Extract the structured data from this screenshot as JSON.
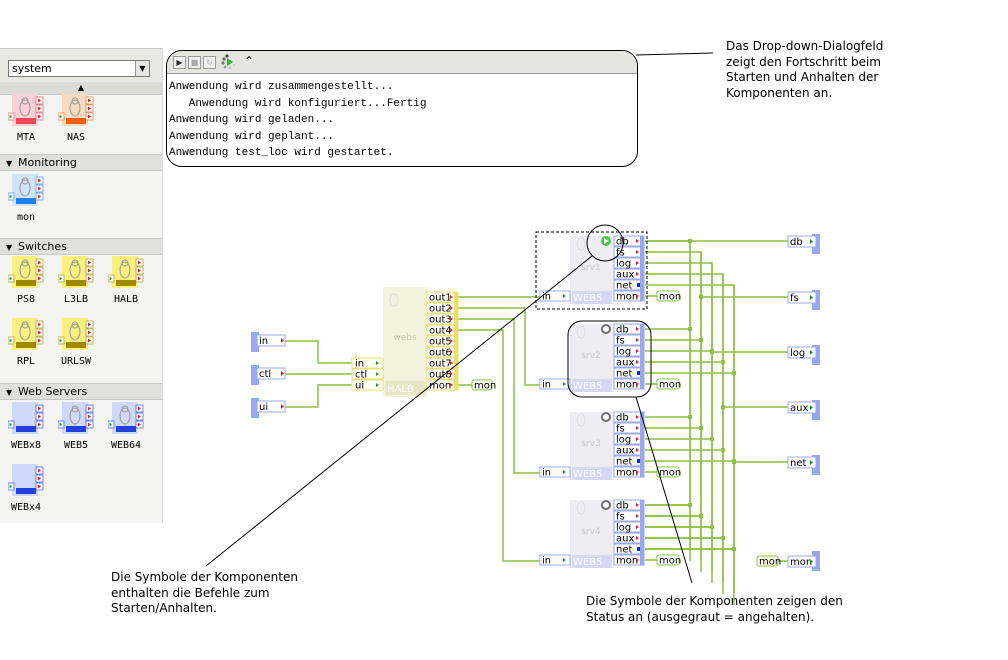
{
  "palette": {
    "dropdown_value": "system",
    "categories": [
      {
        "name": "system_top",
        "label": "",
        "items": [
          {
            "label": "MTA",
            "color": "#f04858",
            "bg": "#f8d0d8"
          },
          {
            "label": "NAS",
            "color": "#f06010",
            "bg": "#f8dcc0"
          }
        ]
      },
      {
        "name": "monitoring",
        "label": "Monitoring",
        "items": [
          {
            "label": "mon",
            "color": "#2080f0",
            "bg": "#d0e4f8"
          }
        ]
      },
      {
        "name": "switches",
        "label": "Switches",
        "items": [
          {
            "label": "PS8",
            "color": "#a08800",
            "bg": "#f8f080"
          },
          {
            "label": "L3LB",
            "color": "#a08800",
            "bg": "#f8f080"
          },
          {
            "label": "HALB",
            "color": "#a08800",
            "bg": "#f8f080"
          },
          {
            "label": "RPL",
            "color": "#a08800",
            "bg": "#f8f080"
          },
          {
            "label": "URLSW",
            "color": "#a08800",
            "bg": "#f8f080"
          }
        ]
      },
      {
        "name": "web-servers",
        "label": "Web Servers",
        "items": [
          {
            "label": "WEBx8",
            "color": "#2040e0",
            "bg": "#d0d8f8"
          },
          {
            "label": "WEB5",
            "color": "#2040e0",
            "bg": "#d0d8f8"
          },
          {
            "label": "WEB64",
            "color": "#2040e0",
            "bg": "#d0d8f8"
          },
          {
            "label": "WEBx4",
            "color": "#2040e0",
            "bg": "#d0d8f8"
          }
        ]
      }
    ]
  },
  "progress": {
    "toolbar": [
      "play-icon",
      "stop-icon",
      "refresh-icon",
      "busy-start-icon",
      "collapse-icon"
    ],
    "lines": [
      "Anwendung wird zusammengestellt...",
      "   Anwendung wird konfiguriert...Fertig",
      "Anwendung wird geladen...",
      "Anwendung wird geplant...",
      "Anwendung test_loc wird gestartet."
    ]
  },
  "callouts": {
    "top_right": [
      "Das Drop-down-Dialogfeld",
      "zeigt den Fortschritt beim",
      "Starten und Anhalten der",
      "Komponenten an."
    ],
    "bottom_left": [
      "Die Symbole der Komponenten",
      "enthalten die Befehle zum",
      "Starten/Anhalten."
    ],
    "bottom_right": [
      "Die Symbole der Komponenten zeigen den",
      "Status an (ausgegraut = angehalten)."
    ]
  },
  "diagram": {
    "inputs": [
      "in",
      "ctl",
      "ui"
    ],
    "switch": {
      "name": "webs",
      "type": "HALB",
      "inputs": [
        "in",
        "ctl",
        "ui"
      ],
      "outputs": [
        "out1",
        "out2",
        "out3",
        "out4",
        "out5",
        "out6",
        "out7",
        "out8",
        "mon"
      ],
      "mon_label": "mon"
    },
    "servers": [
      {
        "name": "srv1",
        "type": "WEB5",
        "status": "running",
        "input": "in",
        "outputs": [
          "db",
          "fs",
          "log",
          "aux",
          "net",
          "mon"
        ],
        "mon_label": "mon"
      },
      {
        "name": "srv2",
        "type": "WEB5",
        "status": "stopped",
        "input": "in",
        "outputs": [
          "db",
          "fs",
          "log",
          "aux",
          "net",
          "mon"
        ],
        "mon_label": "mon"
      },
      {
        "name": "srv3",
        "type": "WEB5",
        "status": "stopped",
        "input": "in",
        "outputs": [
          "db",
          "fs",
          "log",
          "aux",
          "net",
          "mon"
        ],
        "mon_label": "mon"
      },
      {
        "name": "srv4",
        "type": "WEB5",
        "status": "stopped",
        "input": "in",
        "outputs": [
          "db",
          "fs",
          "log",
          "aux",
          "net",
          "mon"
        ],
        "mon_label": "mon"
      }
    ],
    "outputs": [
      "db",
      "fs",
      "log",
      "aux",
      "net"
    ],
    "mon_output": {
      "label": "mon",
      "source_label": "mon"
    },
    "colors": {
      "wire": "#8cc040",
      "switch": "#e8e070",
      "server": "#98a8f0",
      "running": "#48c848",
      "stopped": "#707070"
    }
  }
}
